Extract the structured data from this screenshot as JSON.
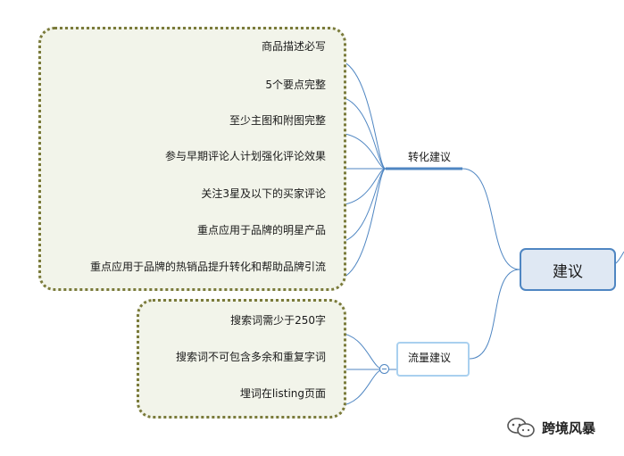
{
  "root": {
    "label": "建议"
  },
  "branches": [
    {
      "label": "转化建议",
      "items": [
        "商品描述必写",
        "5个要点完整",
        "至少主图和附图完整",
        "参与早期评论人计划强化评论效果",
        "关注3星及以下的买家评论",
        "重点应用于品牌的明星产品",
        "重点应用于品牌的热销品提升转化和帮助品牌引流"
      ]
    },
    {
      "label": "流量建议",
      "items": [
        "搜索词需少于250字",
        "搜索词不可包含多余和重复字词",
        "埋词在listing页面"
      ]
    }
  ],
  "watermark": {
    "text": "跨境风暴",
    "icon": "wechat-icon"
  },
  "colors": {
    "line": "#4f86c2",
    "underline": "#4f86c2",
    "group_border": "#7a7a3a",
    "group_fill": "#f2f4ea",
    "root_fill": "#dfe8f3",
    "flow_box_border": "#a9d0ef"
  }
}
